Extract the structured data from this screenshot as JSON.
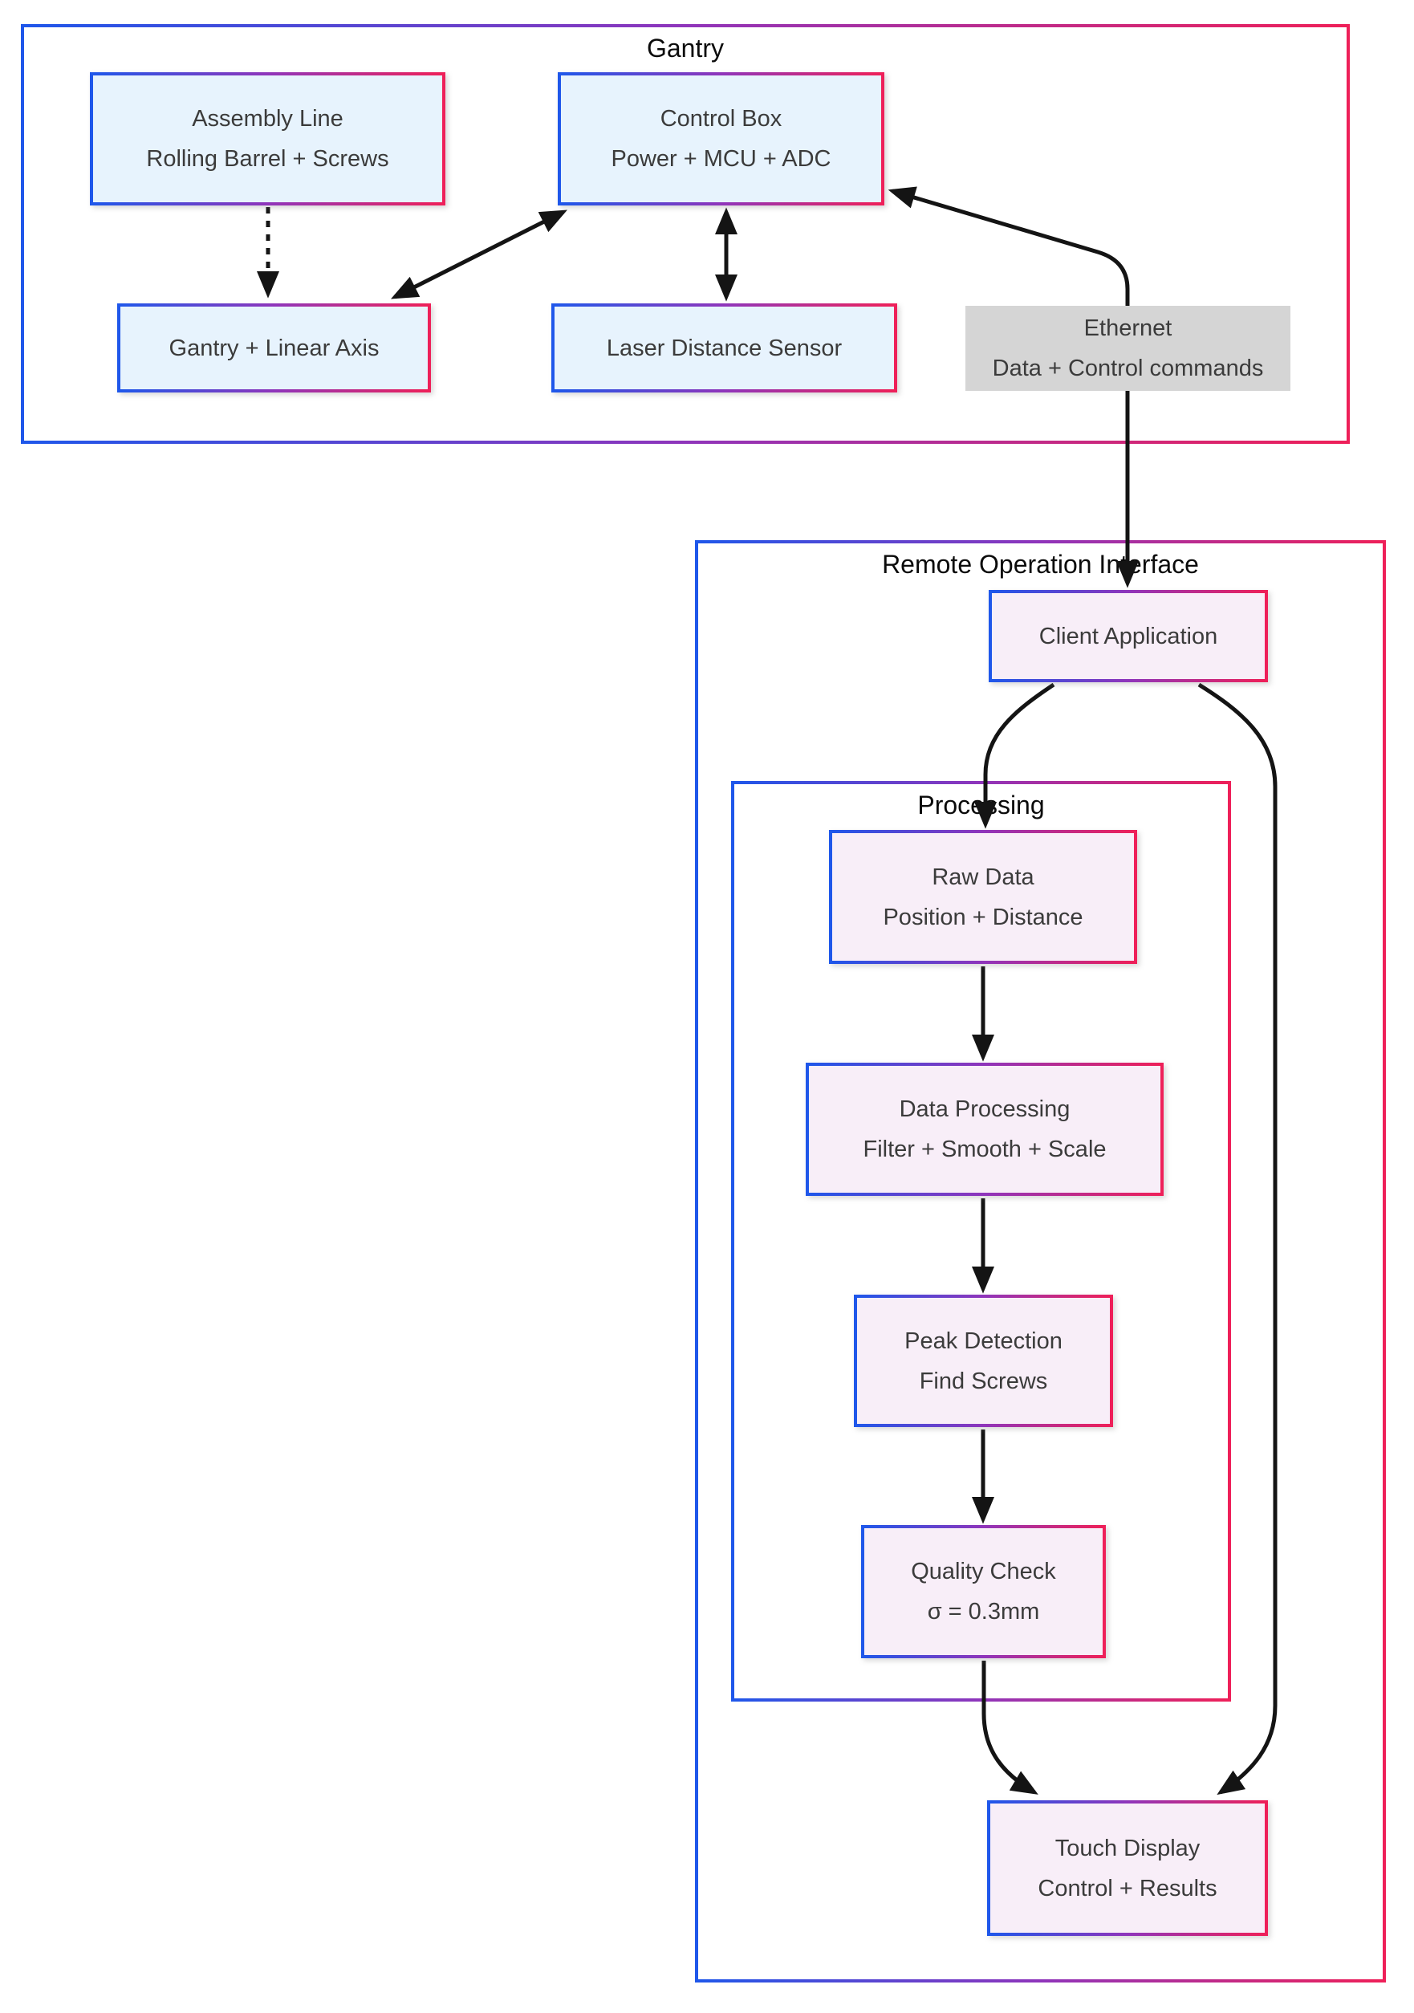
{
  "colors": {
    "border_gradient_start": "#1f57ea",
    "border_gradient_mid": "#8f35bb",
    "border_gradient_end": "#ee2059",
    "node_fill_blue": "#e7f3fd",
    "node_fill_pink": "#f8eef8",
    "label_fill_gray": "#d5d5d5",
    "arrow": "#141414",
    "text": "#3b3b3b",
    "title_text": "#0b0b0b"
  },
  "gantry": {
    "title": "Gantry"
  },
  "roi": {
    "title": "Remote Operation Interface"
  },
  "processing": {
    "title": "Processing"
  },
  "nodes": {
    "assembly_line": {
      "title": "Assembly Line",
      "subtitle": "Rolling Barrel + Screws"
    },
    "control_box": {
      "title": "Control Box",
      "subtitle": "Power + MCU + ADC"
    },
    "gantry_axis": {
      "title": "Gantry + Linear Axis"
    },
    "laser_sensor": {
      "title": "Laser Distance Sensor"
    },
    "ethernet_label": {
      "title": "Ethernet",
      "subtitle": "Data + Control commands"
    },
    "client_app": {
      "title": "Client Application"
    },
    "raw_data": {
      "title": "Raw Data",
      "subtitle": "Position + Distance"
    },
    "data_processing": {
      "title": "Data Processing",
      "subtitle": "Filter + Smooth + Scale"
    },
    "peak_detection": {
      "title": "Peak Detection",
      "subtitle": "Find Screws"
    },
    "quality_check": {
      "title": "Quality Check",
      "subtitle": "σ = 0.3mm"
    },
    "touch_display": {
      "title": "Touch Display",
      "subtitle": "Control + Results"
    }
  }
}
